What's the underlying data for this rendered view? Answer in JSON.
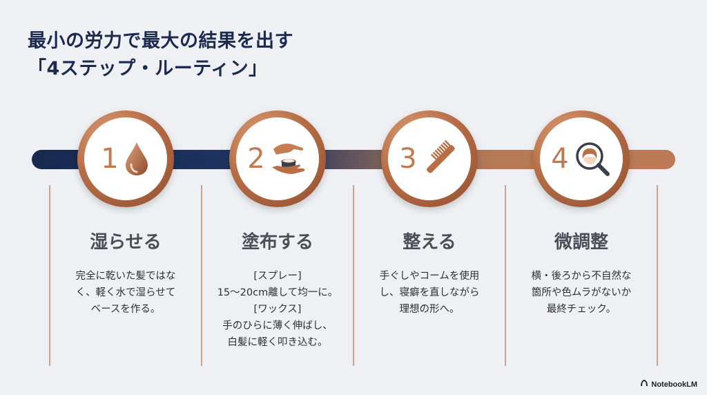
{
  "title": {
    "line1": "最小の労力で最大の結果を出す",
    "line2": "「4ステップ・ルーティン」"
  },
  "steps": [
    {
      "number": "1",
      "icon": "water-drop-icon",
      "title": "湿らせる",
      "desc": [
        "完全に乾いた髪ではな",
        "く、軽く水で湿らせて",
        "ベースを作る。"
      ]
    },
    {
      "number": "2",
      "icon": "hands-applying-product-icon",
      "title": "塗布する",
      "desc": [
        "[スプレー]",
        "15〜20cm離して均一に。",
        "[ワックス]",
        "手のひらに薄く伸ばし、",
        "白髪に軽く叩き込む。"
      ]
    },
    {
      "number": "3",
      "icon": "comb-icon",
      "title": "整える",
      "desc": [
        "手ぐしやコームを使用",
        "し、寝癖を直しながら",
        "理想の形へ。"
      ]
    },
    {
      "number": "4",
      "icon": "magnifier-hair-icon",
      "title": "微調整",
      "desc": [
        "横・後ろから不自然な",
        "箇所や色ムラがないか",
        "最終チェック。"
      ]
    }
  ],
  "brand": "NotebookLM",
  "colors": {
    "navy": "#1c2a4f",
    "copper": "#b86f47",
    "background": "#eef0f3"
  }
}
